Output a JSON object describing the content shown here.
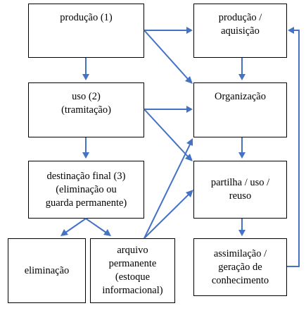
{
  "diagram": {
    "left_column": {
      "producao": "produção (1)",
      "uso": "uso (2)\n(tramitação)",
      "destinacao": "destinação final (3)\n(eliminação ou\nguarda permanente)",
      "eliminacao": "eliminação",
      "arquivo": "arquivo\npermanente\n(estoque\ninformacional)"
    },
    "right_column": {
      "producao_aquisicao": "produção /\naquisição",
      "organizacao": "Organização",
      "partilha": "partilha / uso /\nreuso",
      "assimilacao": "assimilação /\ngeração de\nconhecimento"
    }
  },
  "colors": {
    "arrow": "#4472C4",
    "border": "#000000",
    "background": "#ffffff"
  }
}
